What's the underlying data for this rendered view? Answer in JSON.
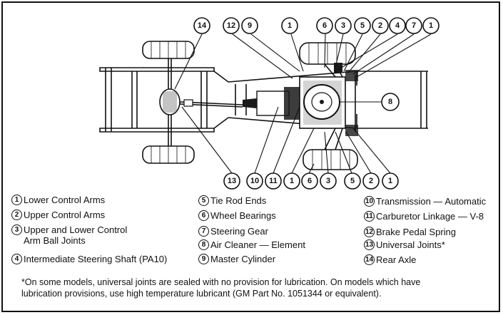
{
  "callouts_top": [
    "14",
    "12",
    "9",
    "1",
    "6",
    "3",
    "5",
    "2",
    "4",
    "7",
    "1"
  ],
  "callouts_side": [
    "8"
  ],
  "callouts_bottom": [
    "13",
    "10",
    "11",
    "1",
    "6",
    "3",
    "5",
    "2",
    "1"
  ],
  "legend": {
    "col1": [
      {
        "num": "1",
        "text": "Lower Control Arms"
      },
      {
        "num": "2",
        "text": "Upper Control Arms"
      },
      {
        "num": "3",
        "text": "Upper and Lower Control",
        "text2": "Arm Ball Joints"
      },
      {
        "num": "4",
        "text": "Intermediate Steering Shaft (PA10)"
      }
    ],
    "col2": [
      {
        "num": "5",
        "text": "Tie Rod Ends"
      },
      {
        "num": "6",
        "text": " Wheel Bearings"
      },
      {
        "num": "7",
        "text": "Steering Gear"
      },
      {
        "num": "8",
        "text": "Air Cleaner — Element"
      },
      {
        "num": "9",
        "text": "Master Cylinder"
      }
    ],
    "col3": [
      {
        "num": "10",
        "text": " Transmission — Automatic"
      },
      {
        "num": "11",
        "text": " Carburetor Linkage — V-8"
      },
      {
        "num": "12",
        "text": " Brake Pedal Spring"
      },
      {
        "num": "13",
        "text": " Universal Joints*"
      },
      {
        "num": "14",
        "text": " Rear Axle"
      }
    ]
  },
  "footnote": {
    "line1": "*On some models, universal joints are sealed with no provision for lubrication. On models which have",
    "line2": "lubrication provisions, use high temperature lubricant (GM Part No. 1051344 or equivalent)."
  }
}
